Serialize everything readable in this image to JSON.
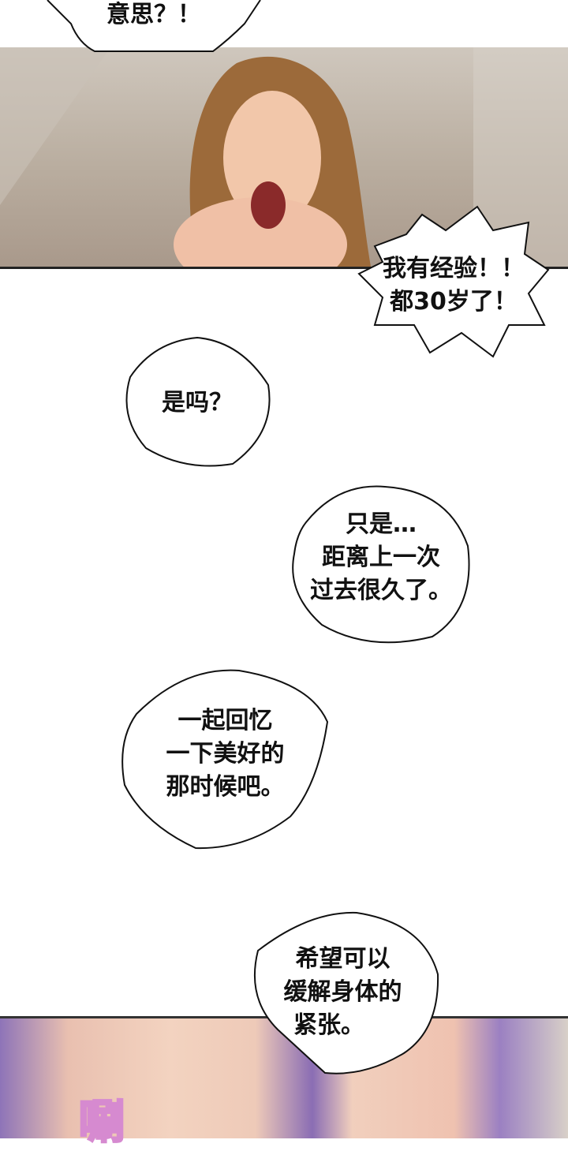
{
  "bubbles": [
    {
      "text": "意思？！"
    },
    {
      "text": "我有经验！！\n都30岁了！",
      "lines": [
        "我有经验！！",
        "都30岁了！"
      ]
    },
    {
      "lines": [
        "是吗？"
      ]
    },
    {
      "lines": [
        "只是…",
        "距离上一次",
        "过去很久了。"
      ]
    },
    {
      "lines": [
        "一起回忆",
        "一下美好的",
        "那时候吧。"
      ]
    },
    {
      "lines": [
        "希望可以",
        "缓解身体的",
        "紧张。"
      ]
    }
  ],
  "sound_effect": "唰",
  "colors": {
    "panel_bg": "#b9ad9f",
    "skin": "#f1cfbd",
    "purple": "#8a6db4",
    "sfx": "#d68ad0"
  }
}
